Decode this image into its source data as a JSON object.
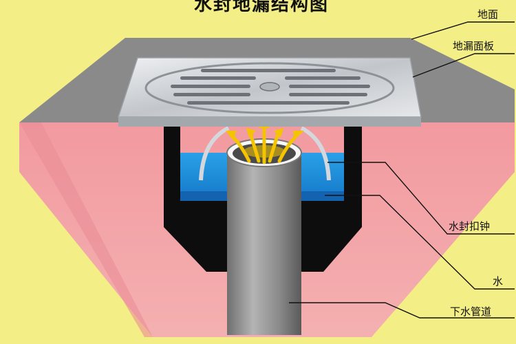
{
  "diagram": {
    "title": "水封地漏结构图",
    "labels": {
      "floor": "地面",
      "drain_cover": "地漏面板",
      "water_seal_cup": "水封扣钟",
      "water": "水",
      "drain_pipe": "下水管道"
    }
  },
  "colors": {
    "background": "#f3ee86",
    "floor": "#8a8a8a",
    "body": "#f2a2a6",
    "water": "#1f8fd6",
    "housing": "#0d0d0d",
    "steel": "#c9ccd0",
    "pipe": "#8d8d8d",
    "arrow": "#f5c400"
  }
}
